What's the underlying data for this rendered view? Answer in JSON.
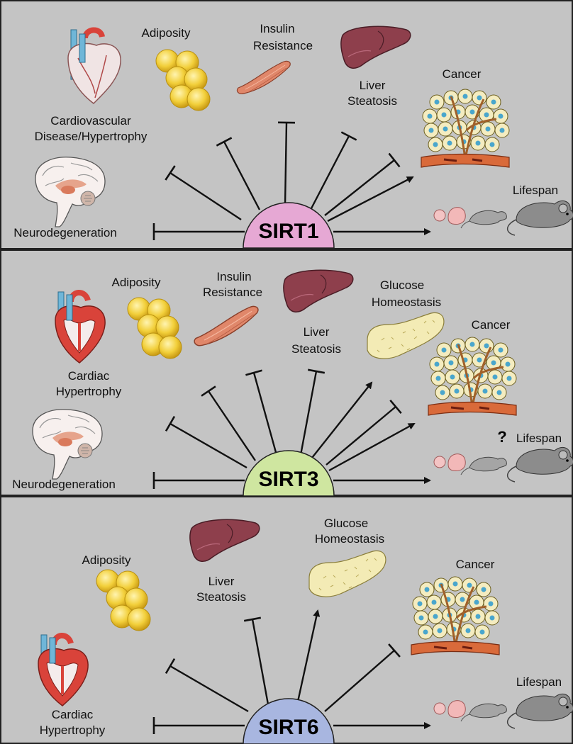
{
  "colors": {
    "panel_bg": "#c4c4c4",
    "panel_border": "#222222",
    "line": "#111111",
    "sirt1": "#e6a8d4",
    "sirt3": "#cfe6a0",
    "sirt6": "#a8b6e0",
    "fat": "#f2cf3a",
    "liver": "#8e3f4c",
    "muscle": "#e0876a",
    "pancreas": "#f3ebb5",
    "heart_red": "#d9433a",
    "vessel_blue": "#6fb6d8",
    "mouse_gray": "#8c8c8c"
  },
  "panels": [
    {
      "hub": "SIRT1",
      "labels": {
        "cardio": "Cardiovascular",
        "cardio2": "Disease/Hypertrophy",
        "adiposity": "Adiposity",
        "insulin1": "Insulin",
        "insulin2": "Resistance",
        "liver1": "Liver",
        "liver2": "Steatosis",
        "cancer": "Cancer",
        "lifespan": "Lifespan",
        "neuro": "Neurodegeneration"
      },
      "effects": [
        {
          "target": "Neurodegeneration",
          "effect": "inhibits"
        },
        {
          "target": "Cardiovascular Disease/Hypertrophy",
          "effect": "inhibits"
        },
        {
          "target": "Adiposity",
          "effect": "inhibits"
        },
        {
          "target": "Insulin Resistance",
          "effect": "inhibits"
        },
        {
          "target": "Liver Steatosis",
          "effect": "inhibits"
        },
        {
          "target": "Cancer",
          "effect": "inhibits"
        },
        {
          "target": "Cancer",
          "effect": "promotes"
        },
        {
          "target": "Lifespan",
          "effect": "promotes"
        }
      ]
    },
    {
      "hub": "SIRT3",
      "labels": {
        "adiposity": "Adiposity",
        "insulin1": "Insulin",
        "insulin2": "Resistance",
        "liver1": "Liver",
        "liver2": "Steatosis",
        "glucose1": "Glucose",
        "glucose2": "Homeostasis",
        "cancer": "Cancer",
        "cardiac1": "Cardiac",
        "cardiac2": "Hypertrophy",
        "question": "?",
        "lifespan": "Lifespan",
        "neuro": "Neurodegeneration"
      },
      "effects": [
        {
          "target": "Neurodegeneration",
          "effect": "inhibits"
        },
        {
          "target": "Cardiac Hypertrophy",
          "effect": "inhibits"
        },
        {
          "target": "Adiposity",
          "effect": "inhibits"
        },
        {
          "target": "Insulin Resistance",
          "effect": "inhibits"
        },
        {
          "target": "Liver Steatosis",
          "effect": "inhibits"
        },
        {
          "target": "Glucose Homeostasis",
          "effect": "promotes"
        },
        {
          "target": "Cancer",
          "effect": "inhibits"
        },
        {
          "target": "Cancer",
          "effect": "promotes"
        },
        {
          "target": "Lifespan",
          "effect": "promotes"
        }
      ]
    },
    {
      "hub": "SIRT6",
      "labels": {
        "adiposity": "Adiposity",
        "liver1": "Liver",
        "liver2": "Steatosis",
        "glucose1": "Glucose",
        "glucose2": "Homeostasis",
        "cancer": "Cancer",
        "lifespan": "Lifespan",
        "cardiac1": "Cardiac",
        "cardiac2": "Hypertrophy"
      },
      "effects": [
        {
          "target": "Cardiac Hypertrophy",
          "effect": "inhibits"
        },
        {
          "target": "Adiposity",
          "effect": "inhibits"
        },
        {
          "target": "Liver Steatosis",
          "effect": "inhibits"
        },
        {
          "target": "Glucose Homeostasis",
          "effect": "promotes"
        },
        {
          "target": "Cancer",
          "effect": "inhibits"
        },
        {
          "target": "Lifespan",
          "effect": "promotes"
        }
      ]
    }
  ]
}
